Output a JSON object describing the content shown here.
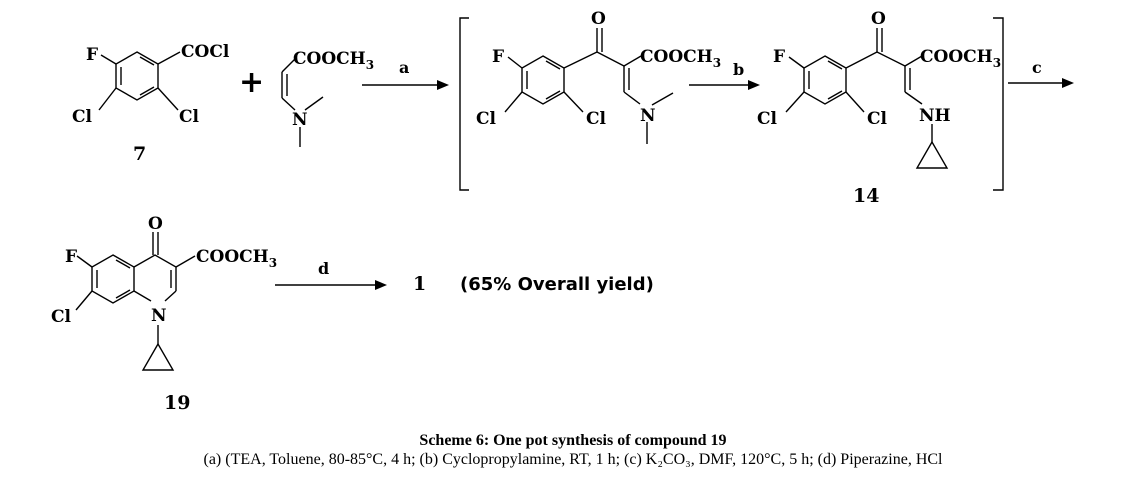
{
  "scheme": {
    "caption_title": "Scheme 6: One pot synthesis of compound 19",
    "caption_conditions": "(a) (TEA, Toluene, 80-85°C, 4 h; (b) Cyclopropylamine, RT, 1 h; (c) K₂CO₃, DMF, 120°C, 5 h; (d) Piperazine, HCl",
    "plus": "+",
    "steps": {
      "a": "a",
      "b": "b",
      "c": "c",
      "d": "d"
    },
    "compounds": {
      "c7": {
        "number": "7",
        "F": "F",
        "Cl_a": "Cl",
        "Cl_b": "Cl",
        "acyl": "COCl"
      },
      "enamine": {
        "ester": "COOCH",
        "ester_sub": "3",
        "N": "N"
      },
      "intermediate": {
        "F": "F",
        "Cl_a": "Cl",
        "Cl_b": "Cl",
        "O": "O",
        "ester": "COOCH",
        "ester_sub": "3",
        "N": "N"
      },
      "c14": {
        "number": "14",
        "F": "F",
        "Cl_a": "Cl",
        "Cl_b": "Cl",
        "O": "O",
        "ester": "COOCH",
        "ester_sub": "3",
        "NH": "NH"
      },
      "c19": {
        "number": "19",
        "F": "F",
        "Cl": "Cl",
        "O": "O",
        "ester": "COOCH",
        "ester_sub": "3",
        "N": "N"
      }
    },
    "product": {
      "number": "1",
      "yield": "(65% Overall yield)"
    }
  }
}
